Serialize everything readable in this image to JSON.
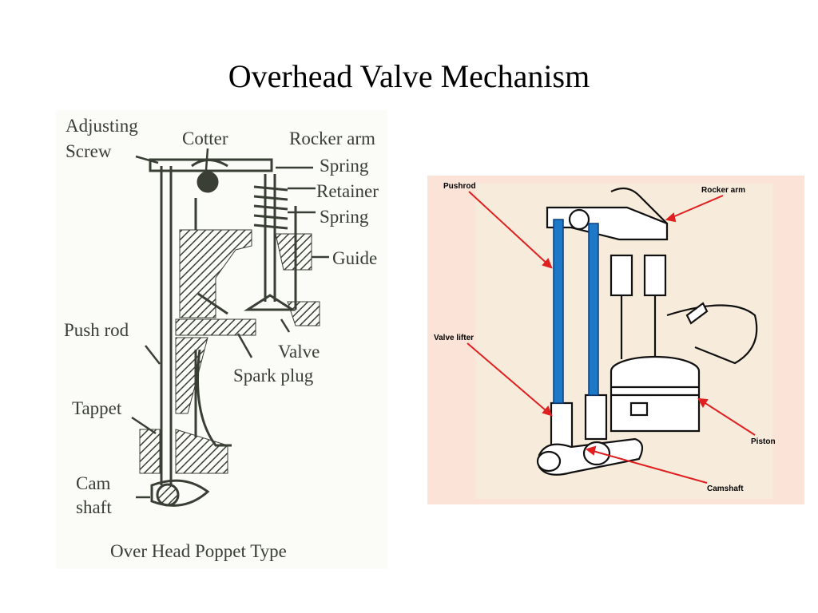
{
  "title": "Overhead Valve Mechanism",
  "left_diagram": {
    "labels": {
      "adjusting": "Adjusting",
      "screw": "Screw",
      "cotter": "Cotter",
      "rocker_arm": "Rocker arm",
      "spring_top": "Spring",
      "retainer": "Retainer",
      "spring_mid": "Spring",
      "guide": "Guide",
      "push_rod": "Push rod",
      "valve": "Valve",
      "spark_plug": "Spark plug",
      "tappet": "Tappet",
      "cam": "Cam",
      "shaft": "shaft",
      "caption": "Over Head Poppet Type"
    },
    "ink_color": "#3a3f35"
  },
  "right_diagram": {
    "labels": {
      "pushrod": "Pushrod",
      "rocker_arm": "Rocker arm",
      "valve_lifter": "Valve lifter",
      "piston": "Piston",
      "camshaft": "Camshaft"
    },
    "background": "#fbe3d7",
    "arrow_color": "#e02020",
    "rod_color": "#1e78c8"
  }
}
